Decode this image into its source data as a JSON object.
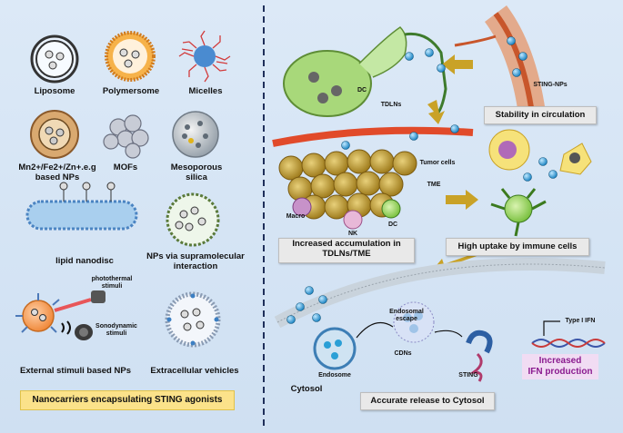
{
  "left_panel": {
    "items": [
      {
        "label": "Liposome"
      },
      {
        "label": "Polymersome"
      },
      {
        "label": "Micelles"
      },
      {
        "label": "Mn2+/Fe2+/Zn+.e.g\nbased NPs"
      },
      {
        "label": "MOFs"
      },
      {
        "label": "Mesoporous\nsilica"
      },
      {
        "label": "lipid nanodisc"
      },
      {
        "label": "NPs via supramolecular\ninteraction"
      },
      {
        "label": "External stimuli based NPs"
      },
      {
        "label": "Extracellular vehicles"
      }
    ],
    "photothermal": "photothermal\nstimuli",
    "sonodynamic": "Sonodynamic\nstimuli",
    "footer": "Nanocarriers encapsulating STING agonists"
  },
  "right_panel": {
    "labels": {
      "dc_top": "DC",
      "tdlns": "TDLNs",
      "sting_nps": "STING-NPs",
      "stability": "Stability in circulation",
      "tumor_cells": "Tumor cells",
      "tme": "TME",
      "macro": "Macro",
      "nk": "NK",
      "dc_bottom": "DC",
      "accumulation": "Increased accumulation in\nTDLNs/TME",
      "uptake": "High uptake by immune cells",
      "endosomal_escape": "Endosomal\nescape",
      "type_ifn": "Type I IFN",
      "cytosol": "Cytosol",
      "endosome": "Endosome",
      "cdns": "CDNs",
      "sting": "STING",
      "increased_ifn": "Increased\nIFN production",
      "release": "Accurate release to Cytosol"
    }
  },
  "colors": {
    "background": "#dce9f7",
    "divider": "#1f2f5a",
    "footer_box": "#fbe28a",
    "label_box": "#e9e9e9",
    "ifn_box": "#f1dcf3",
    "ifn_text": "#8a1b8f",
    "arrow": "#c9a227",
    "nanoparticle": "#2a9fd6"
  }
}
